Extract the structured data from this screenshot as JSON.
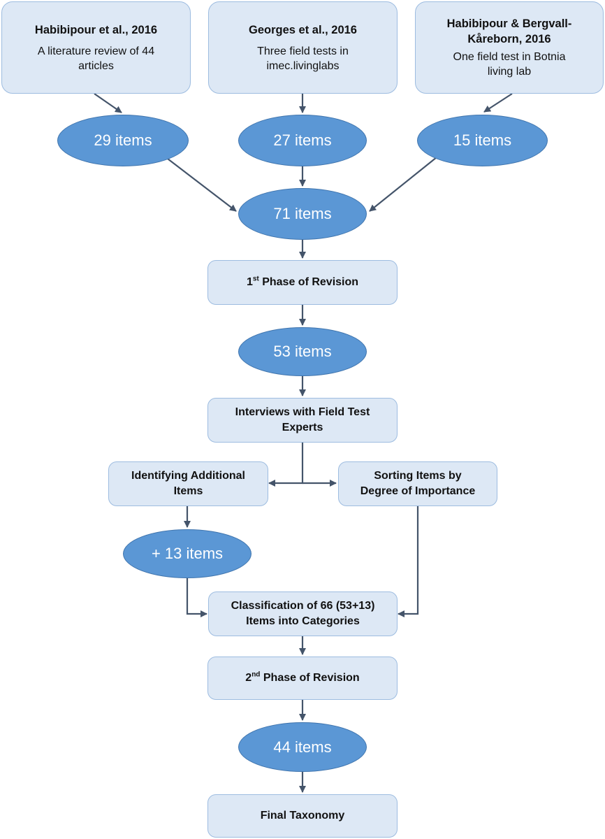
{
  "sources": [
    {
      "title": "Habibipour et al., 2016",
      "desc": "A literature review of 44 articles"
    },
    {
      "title": "Georges et al., 2016",
      "desc": "Three field tests in imec.livinglabs"
    },
    {
      "title": "Habibipour & Bergvall-Kåreborn, 2016",
      "desc": "One field test in Botnia living lab"
    }
  ],
  "counts": {
    "src1": "29 items",
    "src2": "27 items",
    "src3": "15 items",
    "total": "71 items",
    "after_phase1": "53 items",
    "additional": "+ 13 items",
    "final": "44 items"
  },
  "steps": {
    "phase1": {
      "num": "1",
      "sup": "st",
      "text": " Phase of Revision"
    },
    "interviews": "Interviews with Field Test Experts",
    "identify": "Identifying Additional Items",
    "sorting": "Sorting Items by Degree of Importance",
    "classification": "Classification of 66 (53+13) Items into Categories",
    "phase2": {
      "num": "2",
      "sup": "nd",
      "text": " Phase of Revision"
    },
    "final": "Final Taxonomy"
  },
  "colors": {
    "box_fill": "#dde8f5",
    "box_border": "#9dbce0",
    "ellipse_fill": "#5b97d5",
    "arrow": "#44546a"
  }
}
